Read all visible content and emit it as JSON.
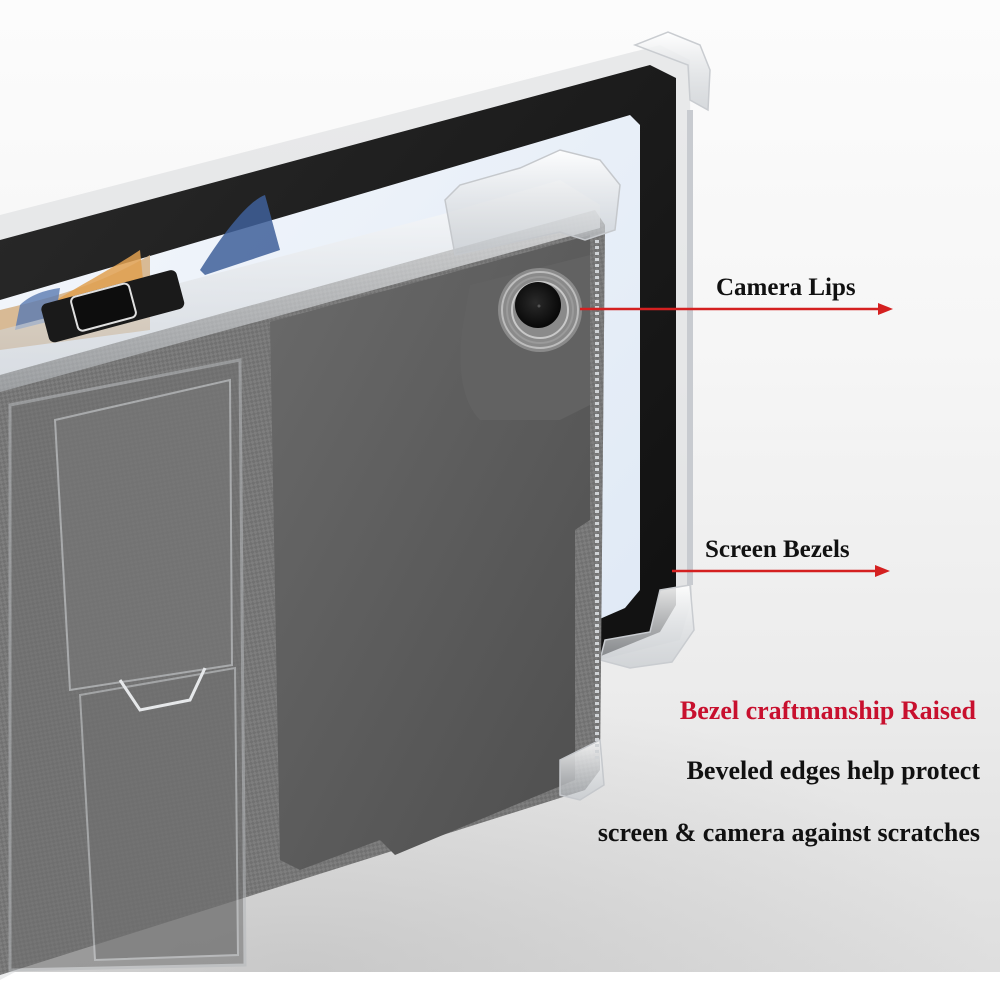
{
  "product": {
    "subject": "Clear protective tablet case with kickstand, rear angled view",
    "colors": {
      "accent_red": "#c8102e",
      "arrow_red": "#d42020",
      "text_dark": "#111111",
      "case_back": "#5a5a5a",
      "bezel": "#151515",
      "screen": "#eaf1fa"
    }
  },
  "callouts": {
    "camera": {
      "label": "Camera Lips",
      "icon": "arrow-right-icon"
    },
    "bezels": {
      "label": "Screen Bezels",
      "icon": "arrow-right-icon"
    }
  },
  "feature_text": {
    "headline": "Bezel craftmanship Raised",
    "line1": "Beveled edges help protect",
    "line2": "screen & camera against scratches"
  }
}
